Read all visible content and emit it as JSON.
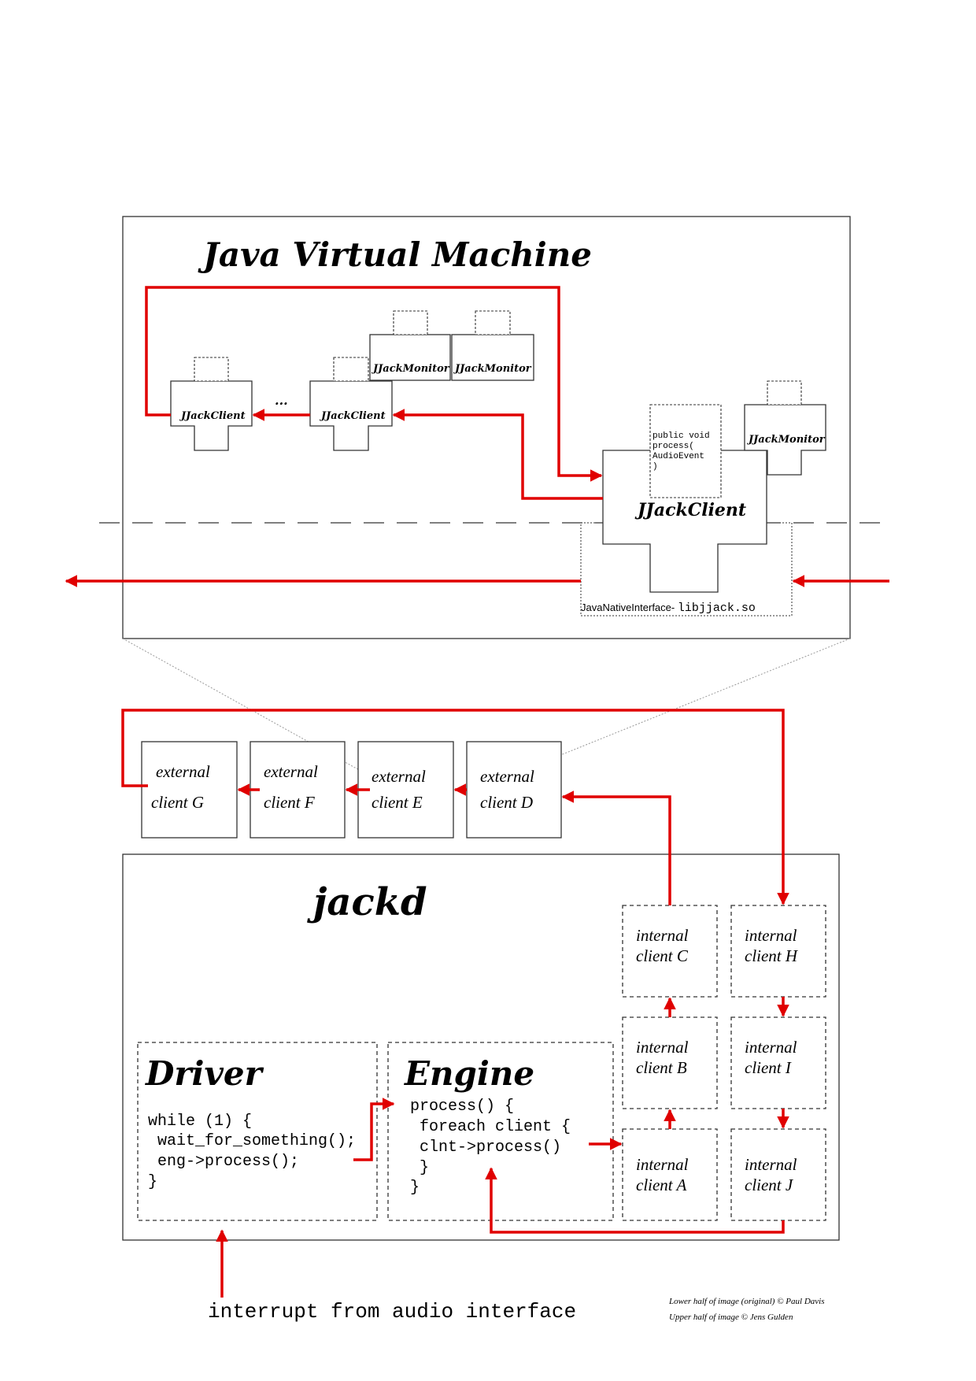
{
  "jvm": {
    "title": "Java Virtual Machine",
    "client_small": "JJackClient",
    "client_large": "JJackClient",
    "monitor": "JJackMonitor",
    "ellipsis": "...",
    "process_code": [
      "public void",
      "process(",
      "AudioEvent",
      ")"
    ],
    "jni_label_prefix": "JavaNativeInterface- ",
    "jni_label_lib": "libjjack.so"
  },
  "external_clients": [
    {
      "line1": "external",
      "line2": "client G"
    },
    {
      "line1": "external",
      "line2": "client F"
    },
    {
      "line1": "external",
      "line2": "client E"
    },
    {
      "line1": "external",
      "line2": "client D"
    }
  ],
  "jackd": {
    "title": "jackd",
    "driver": {
      "title": "Driver",
      "code": [
        "while (1) {",
        " wait_for_something();",
        " eng->process();",
        "}"
      ]
    },
    "engine": {
      "title": "Engine",
      "code": [
        "process() {",
        " foreach client {",
        " clnt->process()",
        " }",
        "}"
      ]
    },
    "internal_clients": [
      {
        "line1": "internal",
        "line2": "client C"
      },
      {
        "line1": "internal",
        "line2": "client H"
      },
      {
        "line1": "internal",
        "line2": "client B"
      },
      {
        "line1": "internal",
        "line2": "client I"
      },
      {
        "line1": "internal",
        "line2": "client A"
      },
      {
        "line1": "internal",
        "line2": "client J"
      }
    ]
  },
  "interrupt_label": "interrupt from audio interface",
  "credits": {
    "line1": "Lower half of image (original) © Paul Davis",
    "line2": "Upper half of image © Jens Gulden"
  },
  "colors": {
    "arrow": "#e00000",
    "outline": "#333333"
  }
}
